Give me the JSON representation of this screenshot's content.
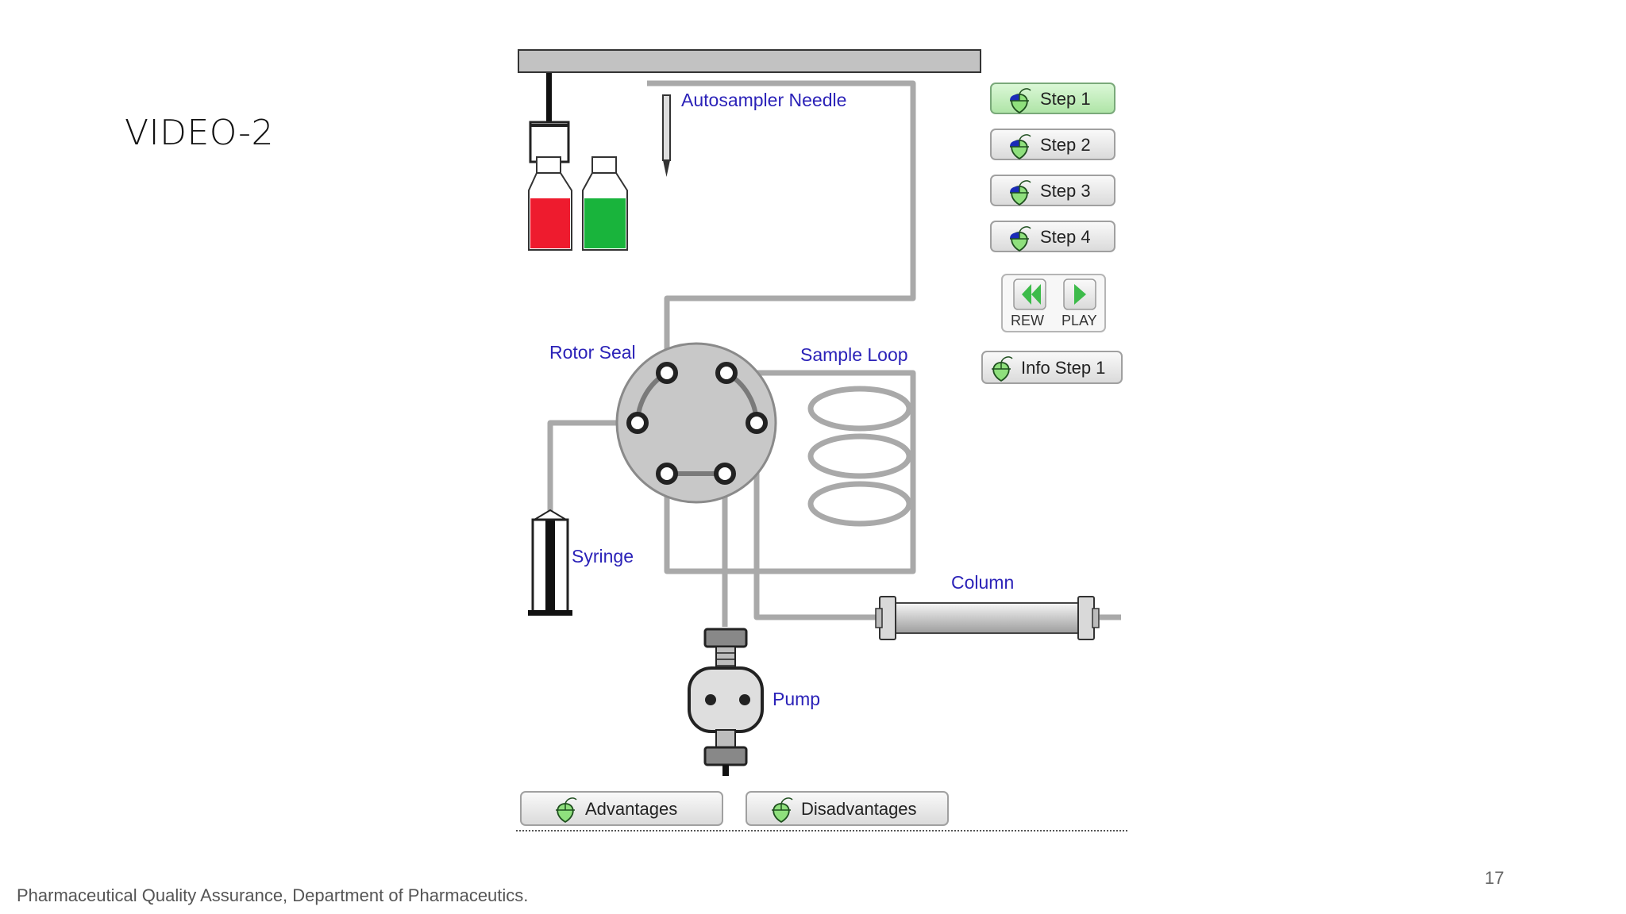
{
  "slide": {
    "title": "VIDEO-2",
    "footer": "Pharmaceutical Quality Assurance, Department of Pharmaceutics.",
    "page_number": "17"
  },
  "diagram": {
    "labels": {
      "autosampler_needle": "Autosampler Needle",
      "rotor_seal": "Rotor Seal",
      "sample_loop": "Sample Loop",
      "syringe": "Syringe",
      "column": "Column",
      "pump": "Pump"
    },
    "vial_colors": {
      "red": "#ee1b2e",
      "green": "#19b43c"
    },
    "controls": {
      "steps": [
        "Step 1",
        "Step 2",
        "Step 3",
        "Step 4"
      ],
      "rew": "REW",
      "play": "PLAY",
      "info": "Info Step 1",
      "advantages": "Advantages",
      "disadvantages": "Disadvantages"
    },
    "colors": {
      "tube": "#a9a9a9",
      "label": "#2b22b8",
      "active_button": "#c7f0c2"
    }
  }
}
